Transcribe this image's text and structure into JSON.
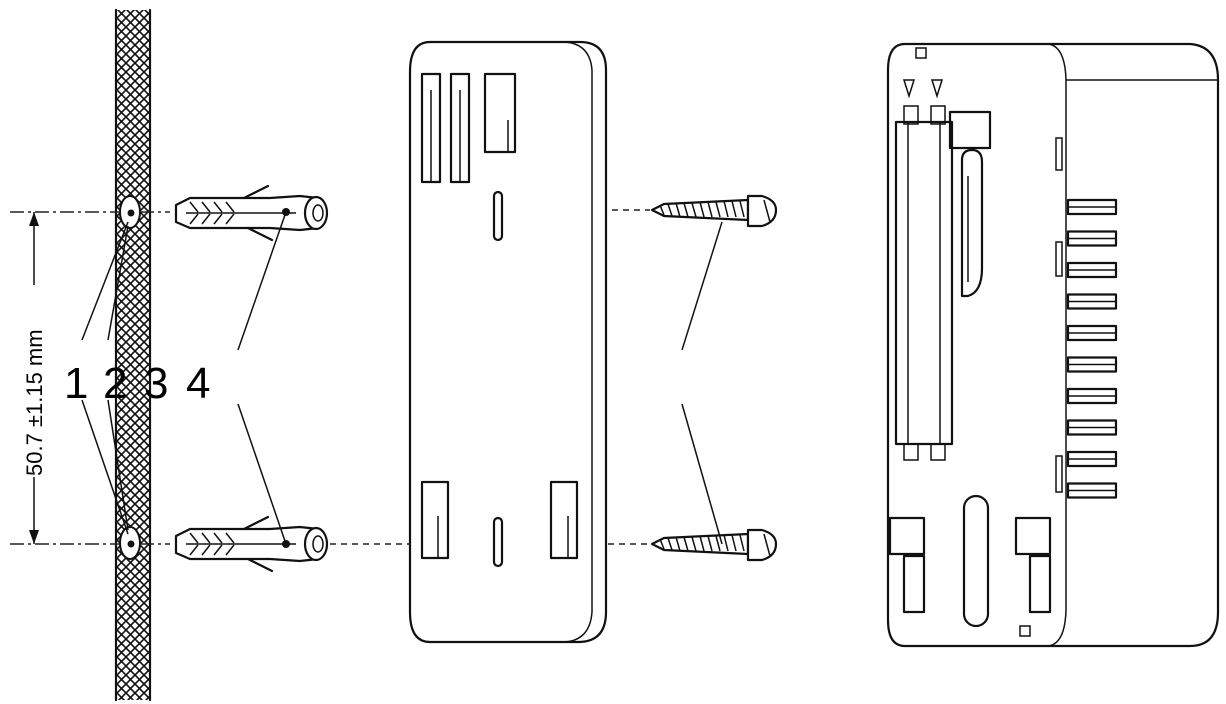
{
  "labels": {
    "item_1": "1",
    "item_2": "2",
    "item_3": "3",
    "item_4": "4"
  },
  "dimension": {
    "text": "50.7 ±1.15 mm"
  }
}
